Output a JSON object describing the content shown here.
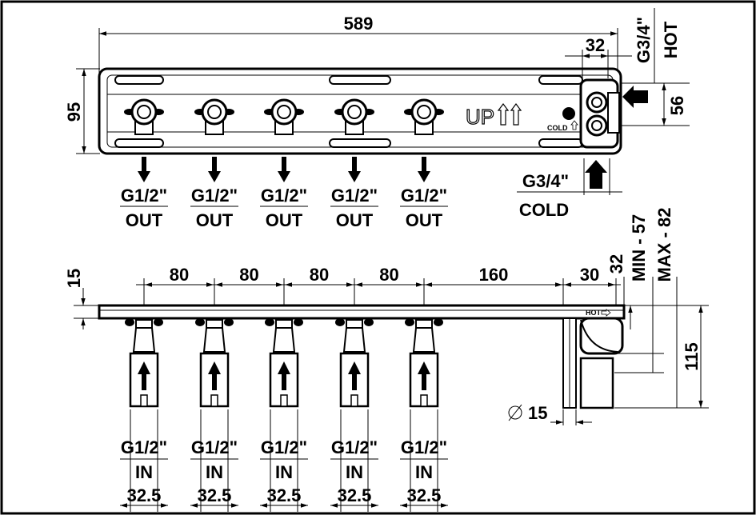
{
  "top_view": {
    "total_length": "589",
    "height": "95",
    "inlet_spacing": "56",
    "hot_offset": "32",
    "hot_thread": "G3/4\"",
    "hot_label": "HOT",
    "cold_thread": "G3/4\"",
    "cold_label": "COLD",
    "cold_marker": "COLD",
    "brand": "UP",
    "outlets": [
      {
        "thread": "G1/2\"",
        "label": "OUT"
      },
      {
        "thread": "G1/2\"",
        "label": "OUT"
      },
      {
        "thread": "G1/2\"",
        "label": "OUT"
      },
      {
        "thread": "G1/2\"",
        "label": "OUT"
      },
      {
        "thread": "G1/2\"",
        "label": "OUT"
      }
    ]
  },
  "side_view": {
    "plate_thickness": "15",
    "spacings": [
      "80",
      "80",
      "80",
      "80",
      "160",
      "30"
    ],
    "depth_32": "32",
    "min_depth": "MIN - 57",
    "max_depth": "MAX - 82",
    "height_115": "115",
    "diameter": "15",
    "hot_marker": "HOT",
    "inlets": [
      {
        "thread": "G1/2\"",
        "label": "IN",
        "width": "32.5"
      },
      {
        "thread": "G1/2\"",
        "label": "IN",
        "width": "32.5"
      },
      {
        "thread": "G1/2\"",
        "label": "IN",
        "width": "32.5"
      },
      {
        "thread": "G1/2\"",
        "label": "IN",
        "width": "32.5"
      },
      {
        "thread": "G1/2\"",
        "label": "IN",
        "width": "32.5"
      }
    ]
  }
}
